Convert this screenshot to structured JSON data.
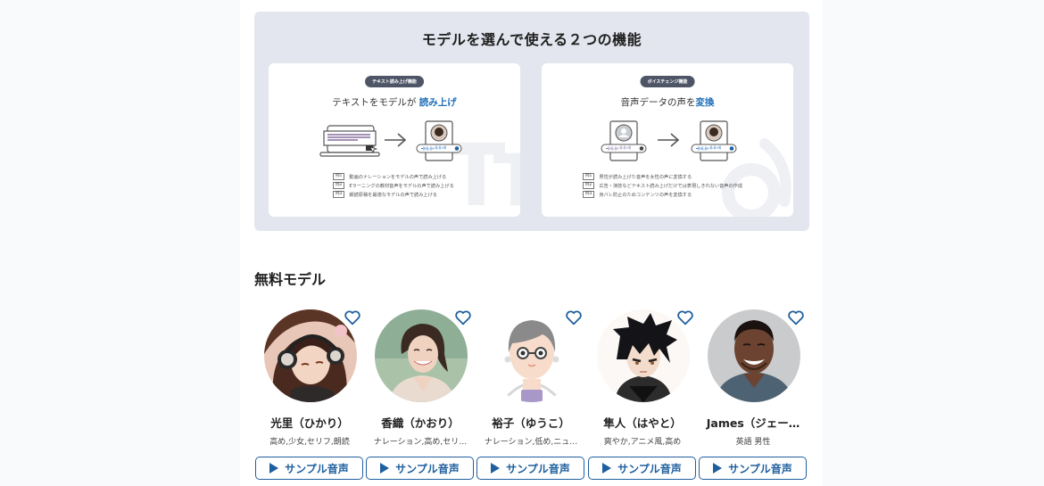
{
  "features": {
    "title": "モデルを選んで使える２つの機能",
    "cards": [
      {
        "badge": "テキスト読み上げ機能",
        "heading_prefix": "テキストをモデルが ",
        "heading_highlight": "読み上げ",
        "examples": [
          {
            "tag": "例1",
            "text": "動画のナレーションをモデルの声で読み上げる"
          },
          {
            "tag": "例2",
            "text": "Eラーニングの教材音声をモデルの声で読み上げる"
          },
          {
            "tag": "例3",
            "text": "朗読原稿を最適なモデルの声で読み上げる"
          }
        ]
      },
      {
        "badge": "ボイスチェンジ機能",
        "heading_prefix": "音声データの声を",
        "heading_highlight": "変換",
        "examples": [
          {
            "tag": "例1",
            "text": "男性が読み上げた音声を女性の声に変換する"
          },
          {
            "tag": "例2",
            "text": "広告・演技などテキスト読み上げだけでは表現しきれない音声の作成"
          },
          {
            "tag": "例3",
            "text": "身バレ防止のためコンテンツの声を変換する"
          }
        ]
      }
    ]
  },
  "free_models": {
    "title": "無料モデル",
    "sample_label": "サンプル音声",
    "accent_color": "#1f5f9e",
    "models": [
      {
        "name": "光里（ひかり）",
        "tags": "高め,少女,セリフ,朗読",
        "favorited": false
      },
      {
        "name": "香織（かおり）",
        "tags": "ナレーション,高め,セリ…",
        "favorited": false
      },
      {
        "name": "裕子（ゆうこ）",
        "tags": "ナレーション,低め,ニュ…",
        "favorited": false
      },
      {
        "name": "隼人（はやと）",
        "tags": "爽やか,アニメ風,高め",
        "favorited": false
      },
      {
        "name": "James（ジェー…",
        "tags": "英語 男性",
        "favorited": false
      }
    ]
  }
}
